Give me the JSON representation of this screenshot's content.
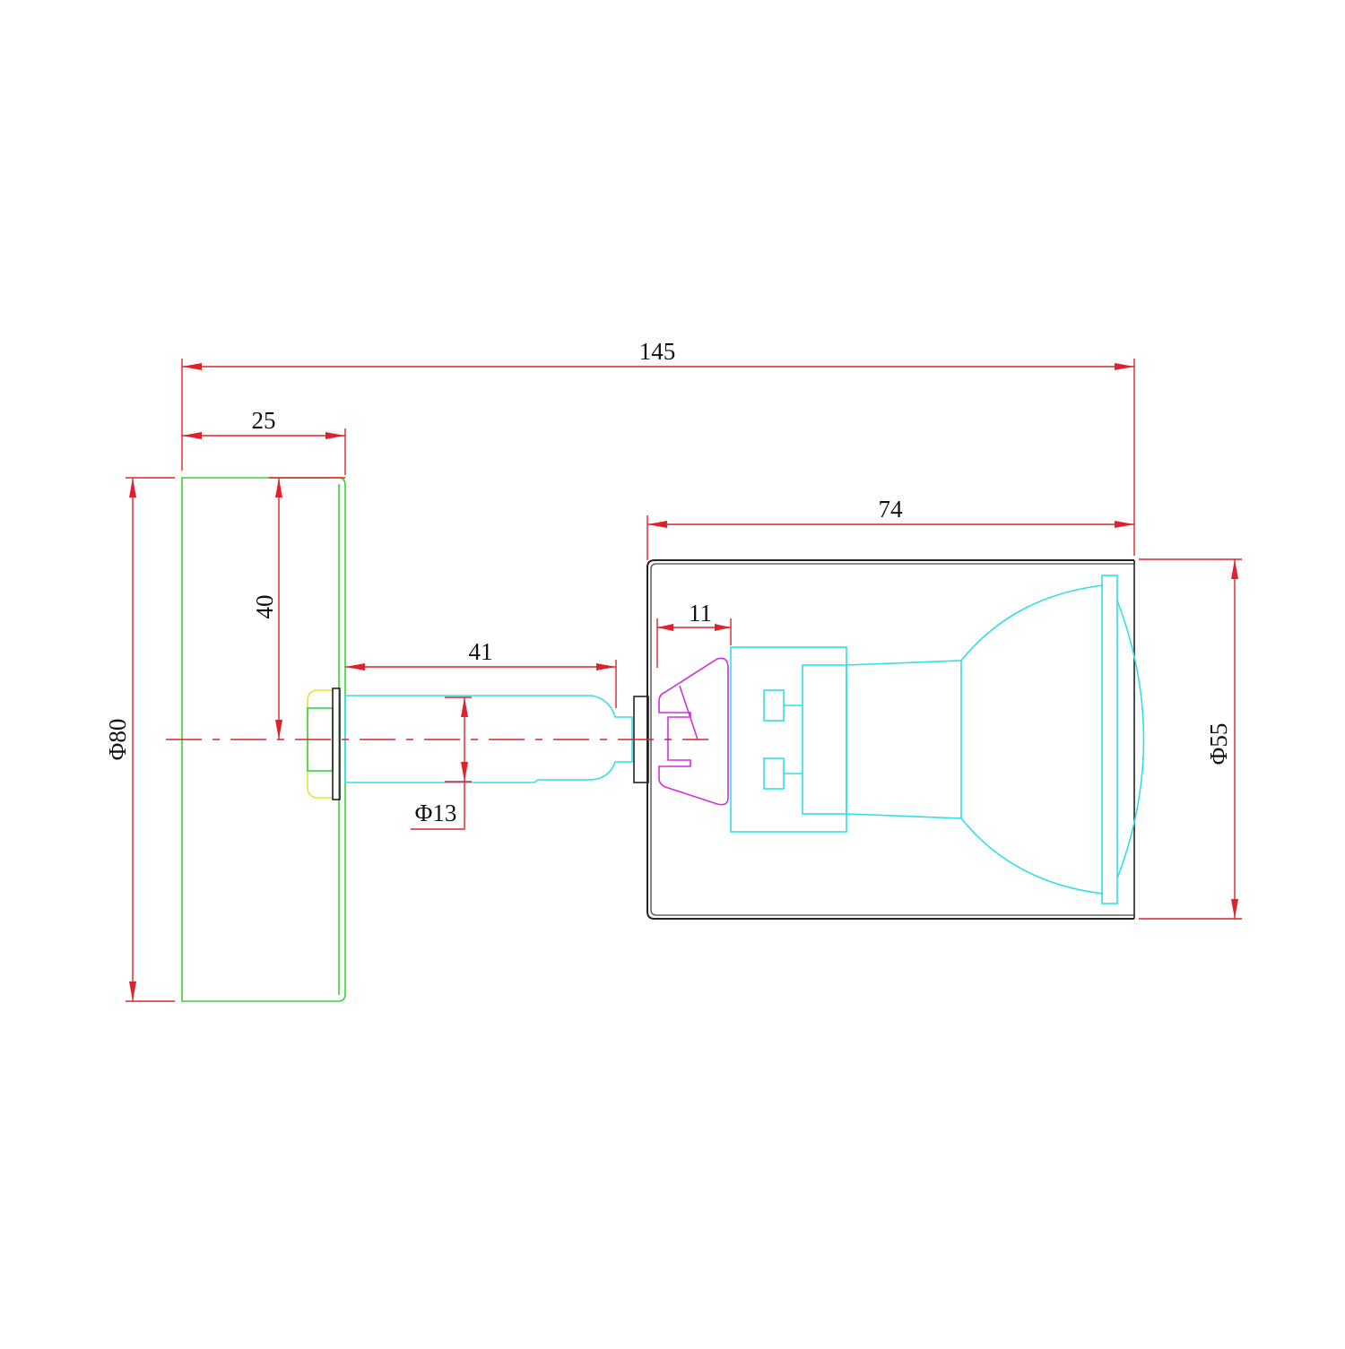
{
  "drawing": {
    "title": "Wall spot lamp dimension drawing",
    "dimensions": {
      "overall_length": "145",
      "base_depth": "25",
      "base_radius": "40",
      "base_diameter": "Φ80",
      "arm_length": "41",
      "arm_diameter": "Φ13",
      "head_length": "74",
      "bracket_width": "11",
      "head_diameter": "Φ55"
    },
    "colors": {
      "dimension": "#e0202a",
      "base": "#3ad23a",
      "lamp": "#2fe0e6",
      "bracket": "#d030d8",
      "nut": "#e6e03a",
      "outline": "#222222"
    }
  }
}
